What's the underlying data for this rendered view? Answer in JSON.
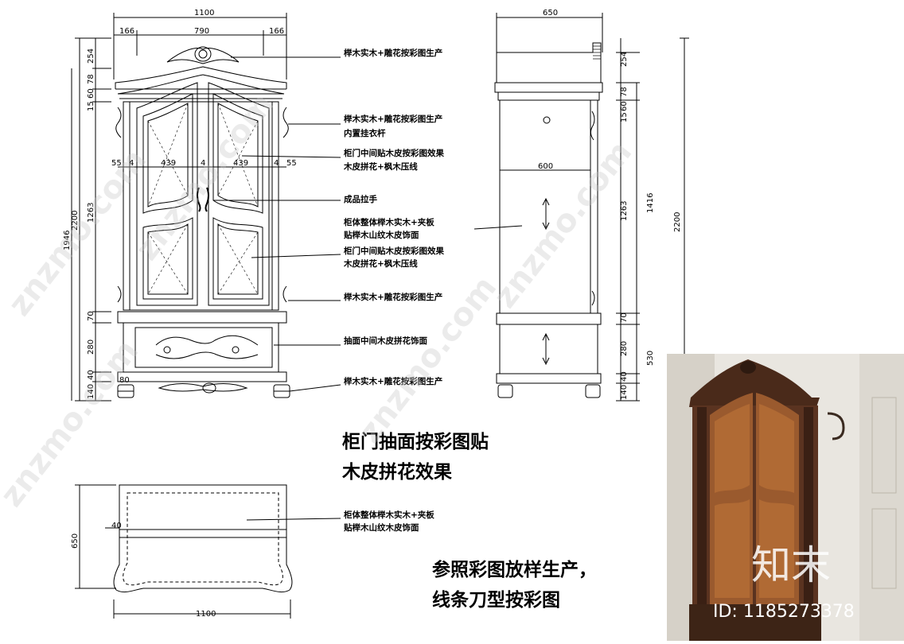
{
  "front_view": {
    "dims_top": {
      "overall": "1100",
      "left": "166",
      "center": "790",
      "right": "166"
    },
    "dims_left_outer": {
      "total": "2200",
      "upper": "1946"
    },
    "dims_left_inner": [
      "254",
      "78",
      "60",
      "15",
      "1263",
      "70",
      "280",
      "40",
      "140"
    ],
    "dims_inner_row": [
      "55",
      "4",
      "439",
      "4",
      "439",
      "4",
      "55"
    ],
    "dim_foot": "80"
  },
  "side_view": {
    "dims_top": {
      "overall": "650",
      "inner": "600"
    },
    "dims_right_a": [
      "254",
      "78",
      "60",
      "15",
      "1263",
      "70",
      "280",
      "40",
      "140"
    ],
    "dims_right_b": [
      "1416",
      "530"
    ],
    "dim_total": "2200"
  },
  "plan_view": {
    "dim_width": "1100",
    "dim_depth": "650",
    "dim_offset": "40",
    "note_lines": [
      "柜体整体榉木实木+夹板",
      "贴榉木山纹木皮饰面"
    ]
  },
  "annotations": [
    {
      "lines": [
        "榉木实木+雕花按彩图生产"
      ]
    },
    {
      "lines": [
        "榉木实木+雕花按彩图生产",
        "内置挂衣杆"
      ]
    },
    {
      "lines": [
        "柜门中间贴木皮按彩图效果",
        "木皮拼花+枫木压线"
      ]
    },
    {
      "lines": [
        "成品拉手"
      ]
    },
    {
      "lines": [
        "柜体整体榉木实木+夹板",
        "贴榉木山纹木皮饰面"
      ]
    },
    {
      "lines": [
        "柜门中间贴木皮按彩图效果",
        "木皮拼花+枫木压线"
      ]
    },
    {
      "lines": [
        "榉木实木+雕花按彩图生产"
      ]
    },
    {
      "lines": [
        "抽面中间木皮拼花饰面"
      ]
    },
    {
      "lines": [
        "榉木实木+雕花按彩图生产"
      ]
    }
  ],
  "big_note_1": [
    "柜门抽面按彩图贴",
    "木皮拼花效果"
  ],
  "big_note_2": [
    "参照彩图放样生产，",
    "线条刀型按彩图"
  ],
  "photo": {
    "logo": "知末",
    "id": "ID: 1185273378"
  },
  "watermark": "znzmo.com"
}
